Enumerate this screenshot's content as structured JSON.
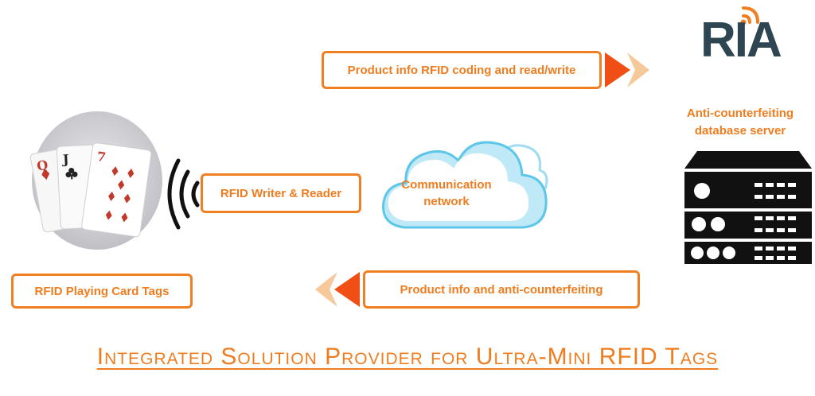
{
  "logo": {
    "text": "RIA",
    "color": "#2d4652",
    "accent": "#f07f22"
  },
  "server": {
    "label_line1": "Anti-counterfeiting",
    "label_line2": "database server",
    "icon": "server-rack-icon"
  },
  "top_arrow": {
    "label": "Product info RFID coding and read/write",
    "direction": "right"
  },
  "bottom_arrow": {
    "label": "Product info and anti-counterfeiting",
    "direction": "left"
  },
  "reader": {
    "label": "RFID Writer & Reader",
    "icon": "wireless-signal-icon"
  },
  "cloud": {
    "label_line1": "Communication",
    "label_line2": "network",
    "icon": "cloud-icon"
  },
  "cards": {
    "label": "RFID Playing Card Tags",
    "icon": "playing-cards-image",
    "ranks": [
      "Q",
      "J",
      "7"
    ]
  },
  "footer": {
    "title": "Integrated Solution Provider for Ultra-Mini RFID Tags"
  },
  "colors": {
    "orange": "#f07f22",
    "arrow_red": "#f04e14",
    "chevron": "#f7c89a",
    "cloud_edge": "#5ec6e8",
    "dark": "#111111"
  }
}
